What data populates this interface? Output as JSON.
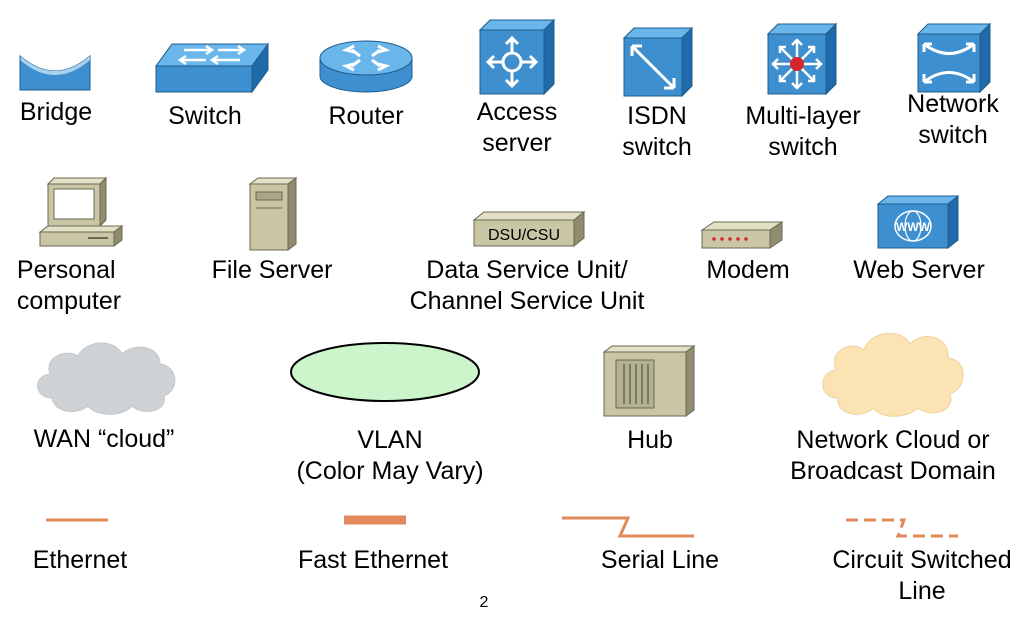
{
  "symbols": {
    "bridge": "Bridge",
    "switch": "Switch",
    "router": "Router",
    "access_server": "Access\nserver",
    "isdn_switch": "ISDN\nswitch",
    "multilayer_switch": "Multi-layer\nswitch",
    "network_switch": "Network\nswitch",
    "personal_computer": "Personal\ncomputer",
    "file_server": "File Server",
    "dsu_csu": "Data Service Unit/\nChannel Service Unit",
    "dsu_csu_device_text": "DSU/CSU",
    "modem": "Modem",
    "web_server": "Web Server",
    "web_server_badge": "WWW",
    "wan_cloud": "WAN “cloud”",
    "vlan": "VLAN\n(Color May Vary)",
    "hub": "Hub",
    "network_cloud": "Network Cloud or\nBroadcast Domain",
    "ethernet": "Ethernet",
    "fast_ethernet": "Fast Ethernet",
    "serial_line": "Serial Line",
    "circuit_switched": "Circuit Switched\nLine"
  },
  "page_number": "2",
  "colors": {
    "device_blue": "#3d8fcf",
    "device_beige": "#c9c6a6",
    "wan_cloud": "#cfd2d4",
    "vlan_fill": "#ccf5cc",
    "network_cloud": "#fce3b4",
    "line_orange": "#e0895a",
    "multilayer_dot": "#d9262e"
  }
}
